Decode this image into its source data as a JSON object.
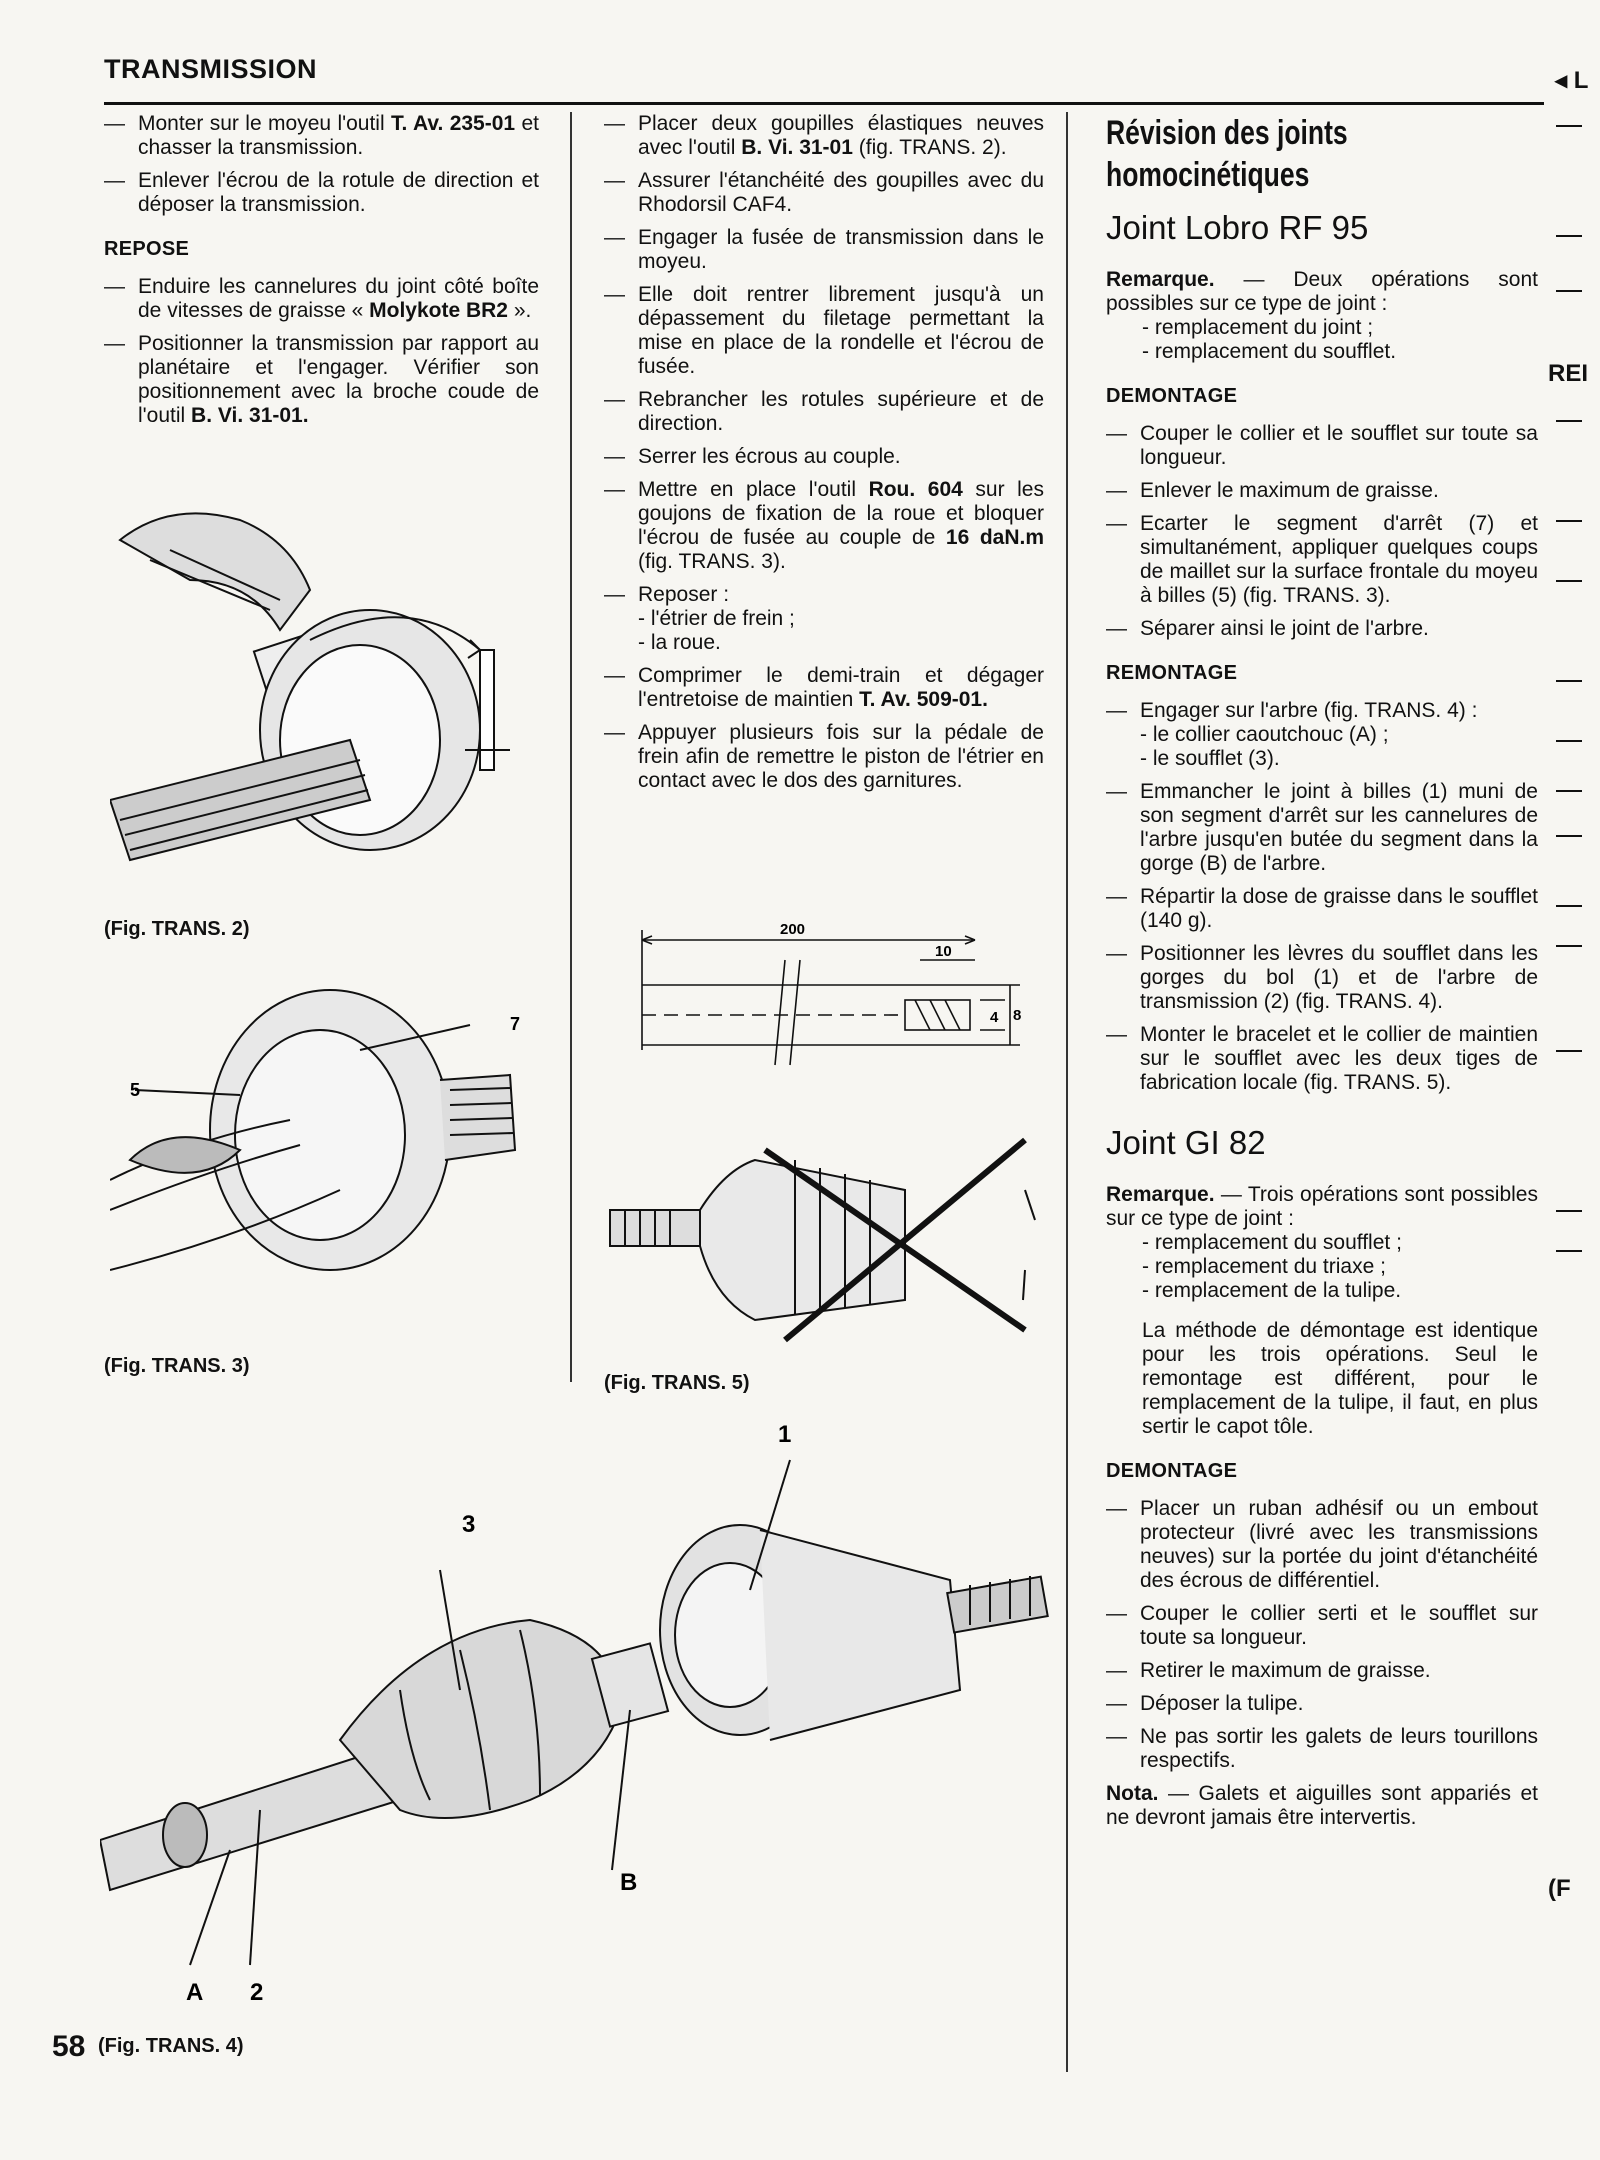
{
  "header": {
    "title": "TRANSMISSION",
    "corner_mark": "◂ L"
  },
  "page_number": "58",
  "col1": {
    "items_a": [
      [
        "— ",
        "Monter sur le moyeu l'outil ",
        "T. Av. 235-01",
        " et chasser la transmission."
      ],
      [
        "— ",
        "Enlever l'écrou de la rotule de direction et déposer la transmission.",
        "",
        ""
      ]
    ],
    "repose_title": "REPOSE",
    "items_b": [
      [
        "— ",
        "Enduire les cannelures du joint côté boîte de vitesses de graisse « ",
        "Molykote BR2",
        " »."
      ],
      [
        "— ",
        "Positionner la transmission par rapport au planétaire et l'engager. Vérifier son positionnement avec la broche coude de l'outil ",
        "B. Vi. 31-01.",
        ""
      ]
    ],
    "fig2_caption": "(Fig. TRANS. 2)",
    "fig3_caption": "(Fig. TRANS. 3)",
    "fig3_labels": {
      "a": "5",
      "b": "7"
    }
  },
  "col2": {
    "items": [
      [
        "— ",
        "Placer deux goupilles élastiques neuves avec l'outil ",
        "B. Vi. 31-01",
        " (fig. TRANS. 2)."
      ],
      [
        "— ",
        "Assurer l'étanchéité des goupilles avec du Rhodorsil CAF4.",
        "",
        ""
      ],
      [
        "— ",
        "Engager la fusée de transmission dans le moyeu.",
        "",
        ""
      ],
      [
        "— ",
        "Elle doit rentrer librement jusqu'à un dépassement du filetage permettant la mise en place de la rondelle et l'écrou de fusée.",
        "",
        ""
      ],
      [
        "— ",
        "Rebrancher les rotules supérieure et de direction.",
        "",
        ""
      ],
      [
        "— ",
        "Serrer les écrous au couple.",
        "",
        ""
      ],
      [
        "— ",
        "Mettre en place l'outil ",
        "Rou. 604",
        " sur les goujons de fixation de la roue et bloquer l'écrou de fusée au couple de "
      ],
      [
        "— ",
        "Reposer :",
        "",
        ""
      ],
      [
        "— ",
        "Comprimer le demi-train et dégager l'entretoise de maintien ",
        "T. Av. 509-01.",
        ""
      ],
      [
        "— ",
        "Appuyer plusieurs fois sur la pédale de frein afin de remettre le piston de l'étrier en contact avec le dos des garnitures.",
        "",
        ""
      ]
    ],
    "torque_value": "16 daN.m",
    "torque_suffix": " (fig. TRANS. 3).",
    "reposer_subs": [
      "- l'étrier de frein ;",
      "- la roue."
    ],
    "fig5_caption": "(Fig. TRANS. 5)",
    "dims": {
      "length": "200",
      "small": "10",
      "d1": "4",
      "d2": "8"
    }
  },
  "col3": {
    "title": "Révision des joints homocinétiques",
    "lobro_title": "Joint Lobro RF 95",
    "lobro_remark_label": "Remarque.",
    "lobro_remark": " — Deux opérations sont possibles sur ce type de joint :",
    "lobro_remark_subs": [
      "- remplacement du joint ;",
      "- remplacement du soufflet."
    ],
    "demontage_title": "DEMONTAGE",
    "lobro_demontage": [
      "Couper le collier et le soufflet sur toute sa longueur.",
      "Enlever le maximum de graisse.",
      "Ecarter le segment d'arrêt (7) et simultanément, appliquer quelques coups de maillet sur la surface frontale du moyeu à billes (5) (fig. TRANS. 3).",
      "Séparer ainsi le joint de l'arbre."
    ],
    "remontage_title": "REMONTAGE",
    "remontage_first": "Engager sur l'arbre (fig. TRANS. 4) :",
    "remontage_first_subs": [
      "- le collier caoutchouc (A) ;",
      "- le soufflet (3)."
    ],
    "lobro_remontage": [
      "Emmancher le joint à billes (1) muni de son segment d'arrêt sur les cannelures de l'arbre jusqu'en butée du segment dans la gorge (B) de l'arbre.",
      "Répartir la dose de graisse dans le soufflet (140 g).",
      "Positionner les lèvres du soufflet dans les gorges du bol (1) et de l'arbre de transmission (2) (fig. TRANS. 4).",
      "Monter le bracelet et le collier de maintien sur le soufflet avec les deux tiges de fabrication locale (fig. TRANS. 5)."
    ],
    "gi_title": "Joint GI 82",
    "gi_remark_label": "Remarque.",
    "gi_remark": " — Trois opérations sont possibles sur ce type de joint :",
    "gi_remark_subs": [
      "- remplacement du soufflet ;",
      "- remplacement du triaxe ;",
      "- remplacement de la tulipe."
    ],
    "gi_para": "La méthode de démontage est identique pour les trois opérations. Seul le remontage est différent, pour le remplacement de la tulipe, il faut, en plus sertir le capot tôle.",
    "gi_demontage": [
      "Placer un ruban adhésif ou un embout protecteur (livré avec les transmissions neuves) sur la portée du joint d'étanchéité des écrous de différentiel.",
      "Couper le collier serti et le soufflet sur toute sa longueur.",
      "Retirer le maximum de graisse.",
      "Déposer la tulipe.",
      "Ne pas sortir les galets de leurs tourillons respectifs."
    ],
    "nota_label": "Nota.",
    "nota": " — Galets et aiguilles sont appariés et ne devront jamais être intervertis."
  },
  "fig4": {
    "caption": "(Fig. TRANS. 4)",
    "labels": {
      "l1": "1",
      "l3": "3",
      "lB": "B",
      "lA": "A",
      "l2": "2"
    }
  },
  "margin": {
    "rei": "REI",
    "f": "(F"
  }
}
